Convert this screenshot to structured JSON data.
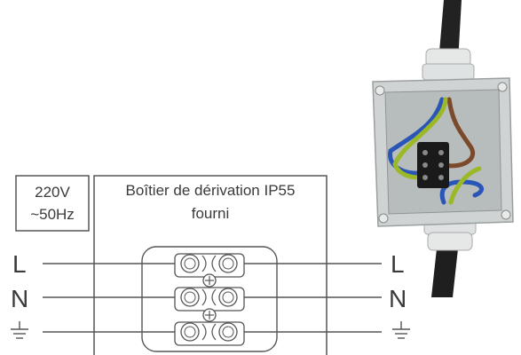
{
  "supply": {
    "voltage": "220V",
    "frequency": "~50Hz"
  },
  "box": {
    "title_line1": "Boîtier de dérivation IP55",
    "title_line2": "fourni"
  },
  "terminals_left": [
    {
      "label": "L",
      "icon": ""
    },
    {
      "label": "N",
      "icon": ""
    },
    {
      "label": "",
      "icon": "ground-icon"
    }
  ],
  "terminals_right": [
    {
      "label": "L",
      "icon": ""
    },
    {
      "label": "N",
      "icon": ""
    },
    {
      "label": "",
      "icon": "ground-icon"
    }
  ],
  "colors": {
    "line": "#555555",
    "text": "#3a3a3a",
    "wire_brown": "#7a4a2a",
    "wire_blue": "#2a56b8",
    "wire_green_yellow": "#9bb826",
    "enclosure": "#cfd3d3",
    "cable": "#222222"
  }
}
